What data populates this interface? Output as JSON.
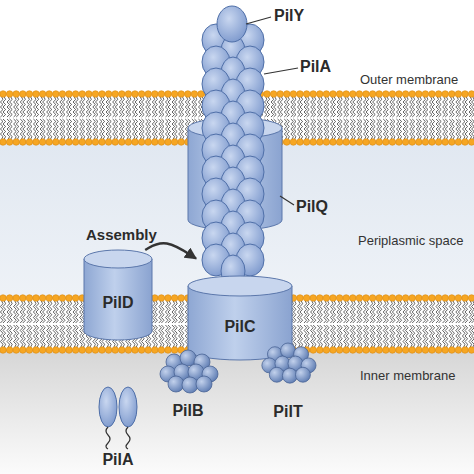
{
  "diagram": {
    "nodes": [
      {
        "text": [
          "PilY"
        ]
      },
      {
        "text": [
          "PilA"
        ]
      },
      {
        "text": [
          "PilQ"
        ]
      },
      {
        "text": [
          "PilD"
        ]
      },
      {
        "text": [
          "PilC"
        ]
      },
      {
        "text": [
          "PilB"
        ]
      },
      {
        "text": [
          "PilT"
        ]
      },
      {
        "text": [
          "PilA"
        ]
      }
    ],
    "edges": [
      {
        "from": 3,
        "to": 1,
        "arrow": "to",
        "label": "Assembly"
      }
    ],
    "labels": [
      "Outer membrane",
      "Periplasmic space",
      "Inner membrane"
    ]
  }
}
